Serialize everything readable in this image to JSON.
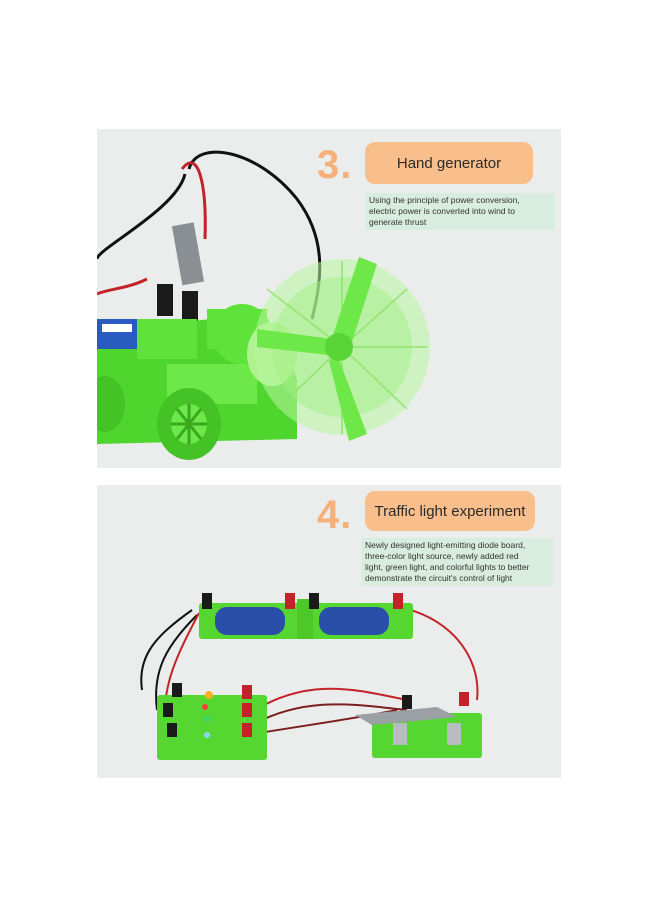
{
  "sections": [
    {
      "number": "3",
      "title": "Hand generator",
      "description_lines": [
        "Using the principle of power conversion,",
        "electric power is converted into wind to",
        "generate thrust"
      ]
    },
    {
      "number": "4",
      "title": "Traffic light experiment",
      "description_lines": [
        "Newly designed light-emitting diode board,",
        "three-color light source, newly added red",
        "light, green light, and colorful lights to better",
        "demonstrate the circuit's control of light"
      ]
    }
  ],
  "colors": {
    "accent_orange": "#f8bf8d",
    "number_orange": "#f6b07a",
    "desc_bg": "#d8ecdf",
    "toy_green": "#5fe23a",
    "panel_bg": "#ebedec"
  }
}
